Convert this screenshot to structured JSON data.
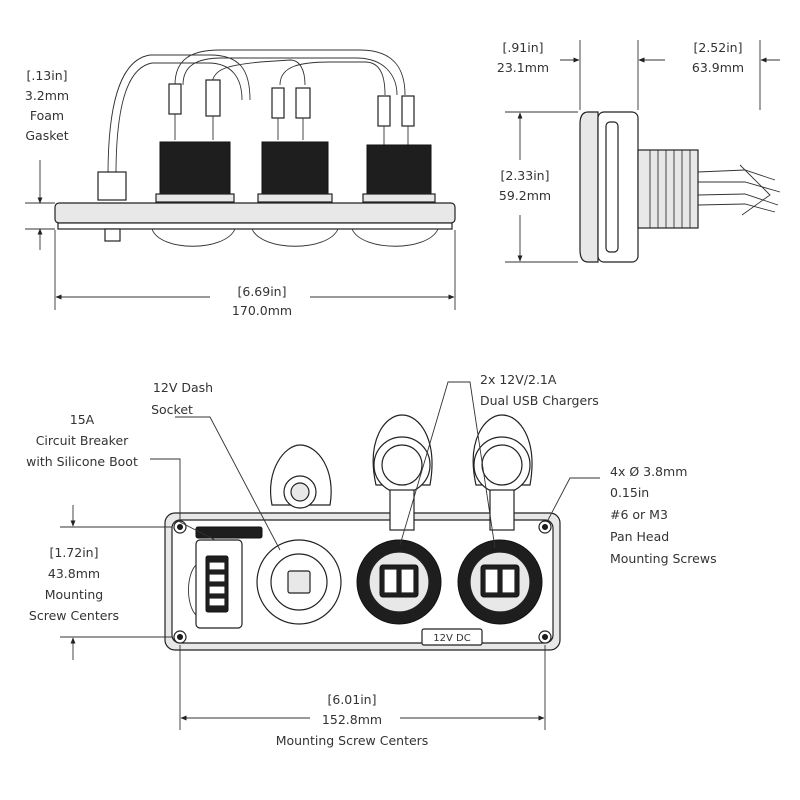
{
  "side_view": {
    "gasket_in": "[.13in]",
    "gasket_mm": "3.2mm",
    "gasket_l1": "Foam",
    "gasket_l2": "Gasket",
    "width_in": "[6.69in]",
    "width_mm": "170.0mm"
  },
  "profile_view": {
    "depth_front_in": "[.91in]",
    "depth_front_mm": "23.1mm",
    "depth_back_in": "[2.52in]",
    "depth_back_mm": "63.9mm",
    "height_in": "[2.33in]",
    "height_mm": "59.2mm"
  },
  "front_view": {
    "breaker_l1": "15A",
    "breaker_l2": "Circuit Breaker",
    "breaker_l3": "with Silicone Boot",
    "socket_l1": "12V Dash",
    "socket_l2": "Socket",
    "usb_l1": "2x 12V/2.1A",
    "usb_l2": "Dual USB Chargers",
    "screw_l1": "4x Ø 3.8mm",
    "screw_l2": "0.15in",
    "screw_l3": "#6 or M3",
    "screw_l4": "Pan Head",
    "screw_l5": "Mounting Screws",
    "vcenter_in": "[1.72in]",
    "vcenter_mm": "43.8mm",
    "vcenter_l1": "Mounting",
    "vcenter_l2": "Screw Centers",
    "hcenter_in": "[6.01in]",
    "hcenter_mm": "152.8mm",
    "hcenter_l1": "Mounting Screw Centers",
    "badge_text": "12V DC"
  }
}
